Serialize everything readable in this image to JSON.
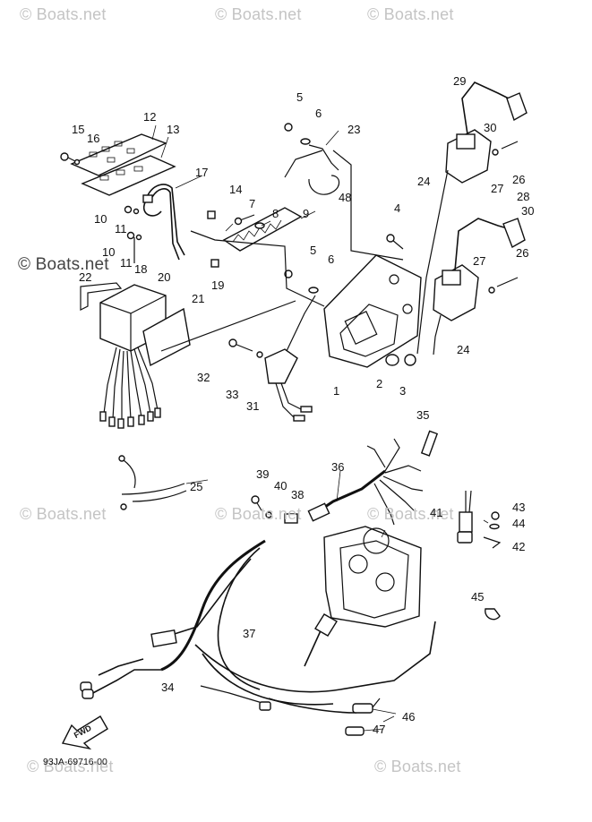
{
  "watermarks": [
    "© Boats.net",
    "© Boats.net",
    "© Boats.net",
    "© Boats.net",
    "© Boats.net",
    "© Boats.net",
    "© Boats.net",
    "© Boats.net",
    "© Boats.net"
  ],
  "diagram_code": "93JA-69716-00",
  "fwd_label": "FWD",
  "callouts": [
    "1",
    "2",
    "3",
    "4",
    "5",
    "5",
    "6",
    "6",
    "7",
    "8",
    "9",
    "10",
    "10",
    "11",
    "11",
    "12",
    "13",
    "14",
    "15",
    "16",
    "17",
    "18",
    "19",
    "20",
    "21",
    "22",
    "23",
    "24",
    "24",
    "25",
    "26",
    "26",
    "27",
    "27",
    "28",
    "29",
    "30",
    "30",
    "31",
    "32",
    "33",
    "34",
    "35",
    "36",
    "37",
    "38",
    "39",
    "40",
    "41",
    "42",
    "43",
    "44",
    "45",
    "46",
    "47",
    "48"
  ]
}
